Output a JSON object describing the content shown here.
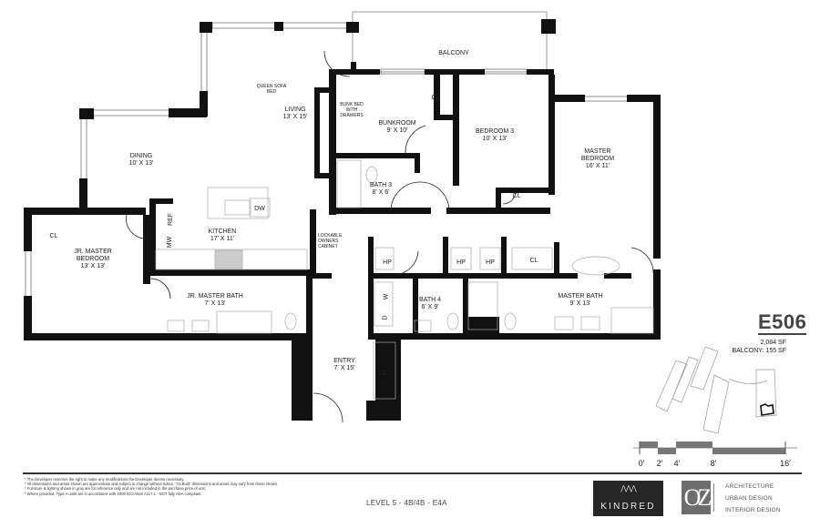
{
  "unit": {
    "name": "E506",
    "area": "2,084 SF",
    "balcony": "BALCONY: 155 SF"
  },
  "rooms": [
    {
      "id": "balcony",
      "name": "BALCONY",
      "dim": ""
    },
    {
      "id": "living",
      "name": "LIVING",
      "dim": "13' X 15'"
    },
    {
      "id": "dining",
      "name": "DINING",
      "dim": "10' X 13'"
    },
    {
      "id": "kitchen",
      "name": "KITCHEN",
      "dim": "17' X 11'"
    },
    {
      "id": "bunkroom",
      "name": "BUNKROOM",
      "dim": "9' X 10'"
    },
    {
      "id": "bedroom3",
      "name": "BEDROOM 3",
      "dim": "10' X 13'"
    },
    {
      "id": "master_bedroom",
      "name": "MASTER BEDROOM",
      "dim": "16' X 11'"
    },
    {
      "id": "bath3",
      "name": "BATH 3",
      "dim": "8' X 6'"
    },
    {
      "id": "jr_master_bedroom",
      "name": "JR. MASTER BEDROOM",
      "dim": "13' X 13'"
    },
    {
      "id": "jr_master_bath",
      "name": "JR. MASTER BATH",
      "dim": "7' X 13'"
    },
    {
      "id": "bath4",
      "name": "BATH 4",
      "dim": "6' X 9'"
    },
    {
      "id": "master_bath",
      "name": "MASTER BATH",
      "dim": "9' X 13'"
    },
    {
      "id": "entry",
      "name": "ENTRY",
      "dim": "7' X 15'"
    }
  ],
  "fixtures": {
    "queen_sofa_bed": "QUEEN SOFA BED",
    "bunk_bed": "BUNK BED WITH DRAWERS",
    "lockable_cabinet": "LOCKABLE OWNERS CABINET",
    "dw": "DW",
    "ref": "REF",
    "mw": "MW",
    "w": "W",
    "d": "D",
    "hp": "HP",
    "cl": "CL"
  },
  "scale": {
    "ticks": [
      "0'",
      "2'",
      "4'",
      "8'",
      "16'"
    ]
  },
  "footer": {
    "notes": [
      "* The Developer reserves the right to make any modifications the Developer deems necessary.",
      "* All dimensions and areas shown are approximate and subject to change without notice. \"As Built\" dimensions and areas may vary from those shown.",
      "* Furniture & lighting shown in gray are for reference only and are not included in the purchase price of unit.",
      "* Where provided, Type A units are in accordance with 2009 ICC/ANSI A117.1 - NOT fully ADA compliant."
    ],
    "level": "LEVEL 5 - 4B/4B - E4A",
    "brand_kindred": "KINDRED",
    "brand_oz": "OZ",
    "services": [
      "ARCHITECTURE",
      "URBAN DESIGN",
      "INTERIOR DESIGN"
    ]
  }
}
